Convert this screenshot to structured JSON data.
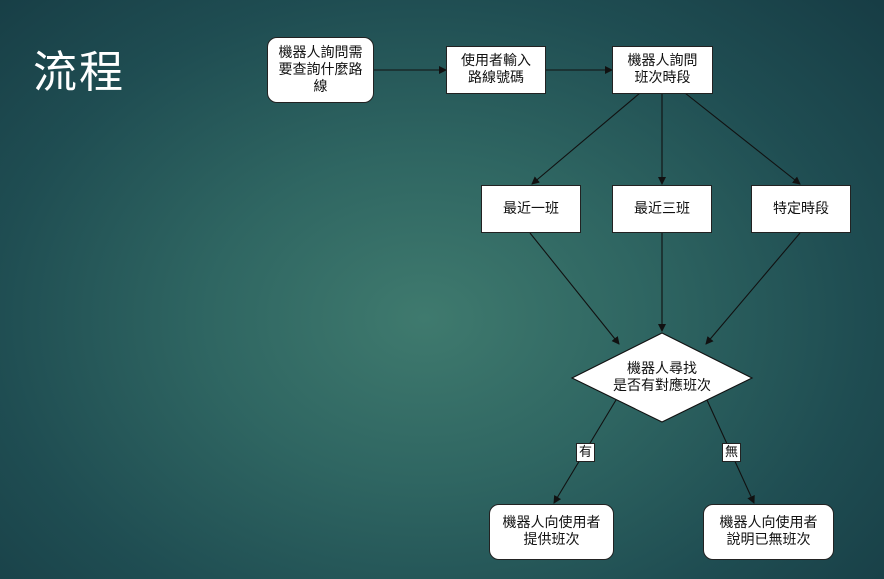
{
  "title": "流程",
  "nodes": {
    "ask_route": "機器人詢問需\n要查詢什麼路\n線",
    "input_route": "使用者輸入\n路線號碼",
    "ask_time": "機器人詢問\n班次時段",
    "latest_one": "最近一班",
    "latest_three": "最近三班",
    "specific_time": "特定時段",
    "find": "機器人尋找\n是否有對應班次",
    "provide": "機器人向使用者\n提供班次",
    "no_service": "機器人向使用者\n說明已無班次"
  },
  "edges": {
    "yes": "有",
    "no": "無"
  }
}
